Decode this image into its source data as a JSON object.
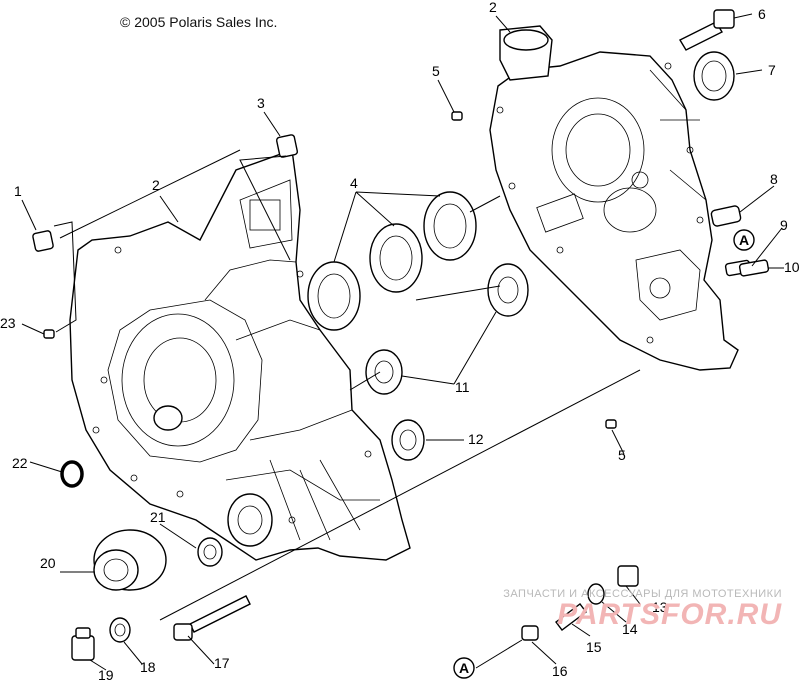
{
  "copyright": "© 2005 Polaris Sales Inc.",
  "callouts": {
    "c1": "1",
    "c2a": "2",
    "c2b": "2",
    "c3": "3",
    "c4": "4",
    "c5a": "5",
    "c5b": "5",
    "c6": "6",
    "c7": "7",
    "c8": "8",
    "c9": "9",
    "c10": "10",
    "c11": "11",
    "c12": "12",
    "c13": "13",
    "c14": "14",
    "c15": "15",
    "c16": "16",
    "c17": "17",
    "c18": "18",
    "c19": "19",
    "c20": "20",
    "c21": "21",
    "c22": "22",
    "c23": "23",
    "refA1": "A",
    "refA2": "A"
  },
  "watermark": {
    "tagline": "ЗАПЧАСТИ И АКСЕССУАРЫ ДЛЯ МОТОТЕХНИКИ",
    "logo": "PARTSFOR.RU"
  }
}
